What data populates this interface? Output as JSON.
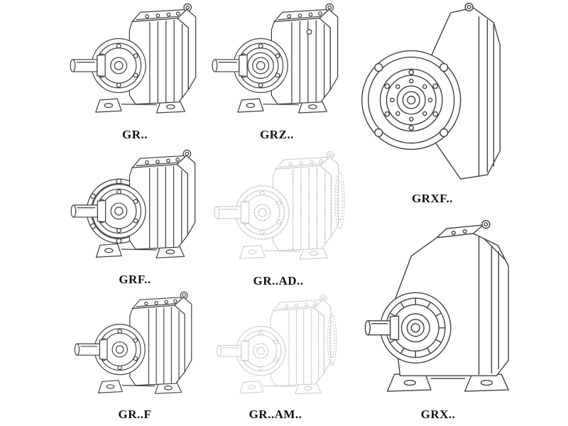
{
  "colors": {
    "line": "#3f3f3f",
    "faint_line": "#c3c3c3",
    "label_text": "#111111",
    "background": "#ffffff"
  },
  "models": [
    {
      "id": "gr",
      "label": "GR.."
    },
    {
      "id": "grz",
      "label": "GRZ.."
    },
    {
      "id": "grxf",
      "label": "GRXF.."
    },
    {
      "id": "grf",
      "label": "GRF.."
    },
    {
      "id": "gr-ad",
      "label": "GR..AD.."
    },
    {
      "id": "gr-f",
      "label": "GR..F"
    },
    {
      "id": "gr-am",
      "label": "GR..AM.."
    },
    {
      "id": "grx",
      "label": "GRX.."
    }
  ]
}
